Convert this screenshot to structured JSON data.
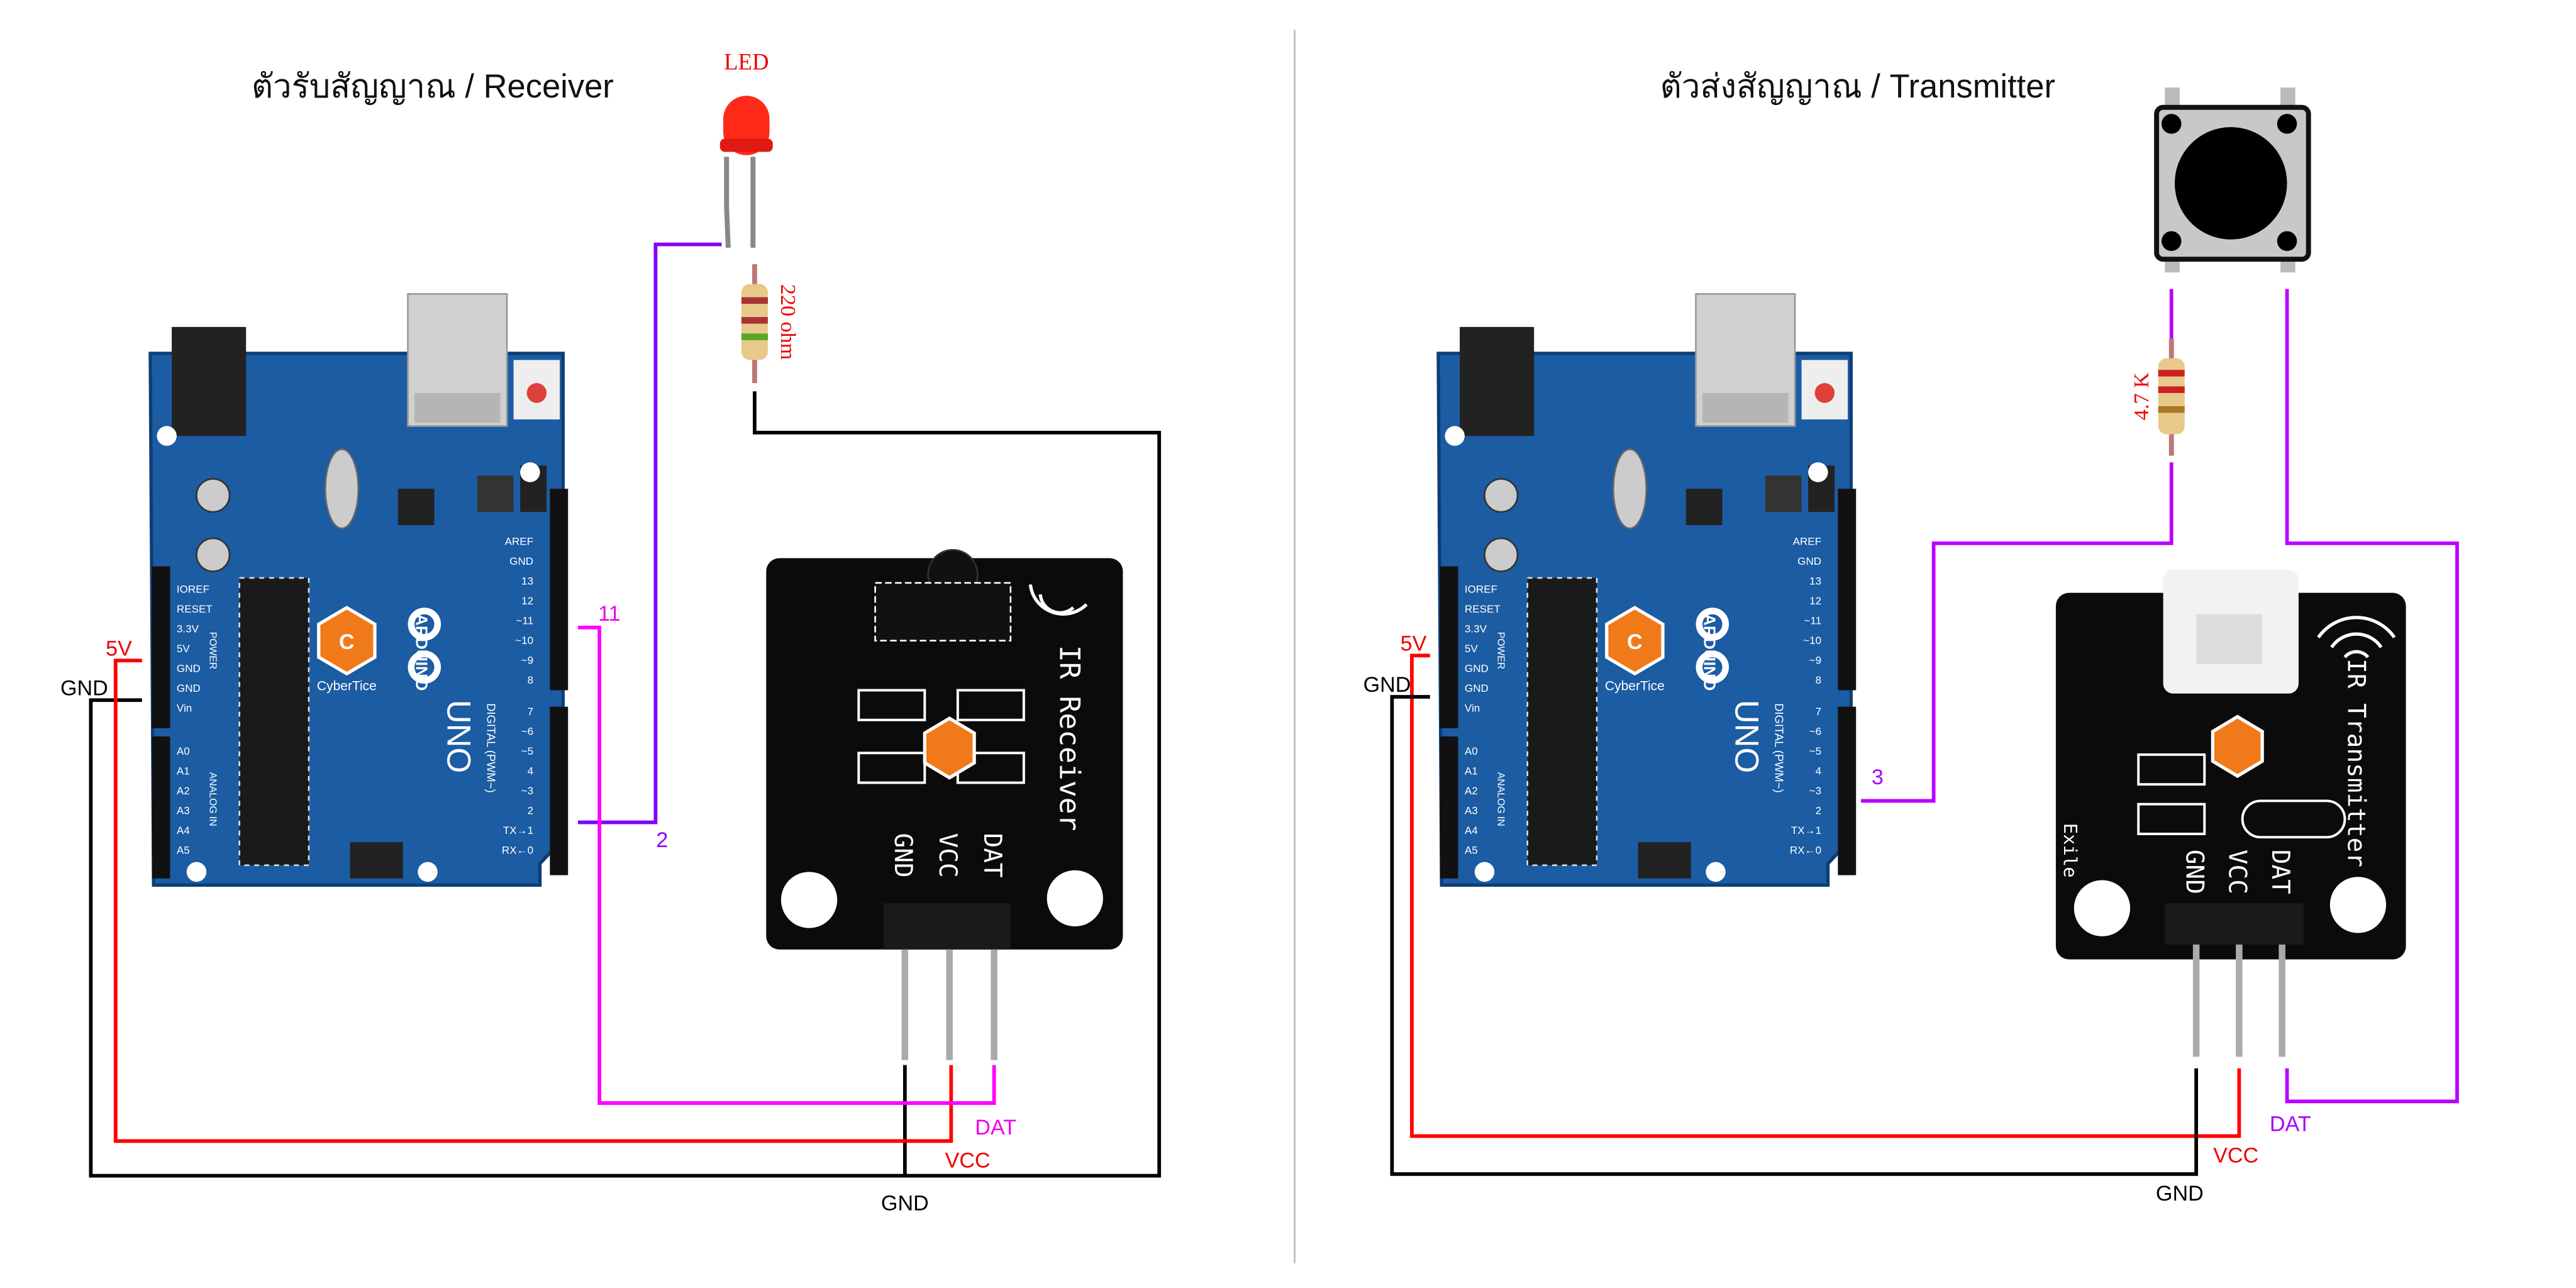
{
  "receiver": {
    "title": "ตัวรับสัญญาณ / Receiver",
    "led_label": "LED",
    "resistor_label": "220 ohm",
    "pin_labels": {
      "p5v": "5V",
      "gnd_left": "GND",
      "pin11": "11",
      "pin2": "2",
      "dat": "DAT",
      "vcc": "VCC",
      "gnd_bottom": "GND"
    },
    "module": {
      "name": "IR Receiver",
      "pins": [
        "GND",
        "VCC",
        "DAT"
      ]
    }
  },
  "transmitter": {
    "title": "ตัวส่งสัญญาณ / Transmitter",
    "resistor_label": "4.7 K",
    "pin_labels": {
      "p5v": "5V",
      "gnd_left": "GND",
      "pin3": "3",
      "dat": "DAT",
      "vcc": "VCC",
      "gnd_bottom": "GND"
    },
    "module": {
      "name": "IR Transmitter",
      "pins": [
        "GND",
        "VCC",
        "DAT"
      ],
      "silk": "Exile"
    }
  },
  "arduino": {
    "brand": "ARDUINO",
    "model": "UNO",
    "power_pins": [
      "IOREF",
      "RESET",
      "3.3V",
      "5V",
      "GND",
      "GND",
      "Vin"
    ],
    "analog_pins": [
      "A0",
      "A1",
      "A2",
      "A3",
      "A4",
      "A5"
    ],
    "digital_pins": [
      "AREF",
      "GND",
      "13",
      "12",
      "~11",
      "~10",
      "~9",
      "8",
      "7",
      "~6",
      "~5",
      "4",
      "~3",
      "2",
      "TX→1",
      "RX←0"
    ],
    "power_label": "POWER",
    "analog_label": "ANALOG IN",
    "digital_label": "DIGITAL (PWM~)",
    "watermark": "CyberTice"
  },
  "colors": {
    "gnd_wire": "#000000",
    "vcc_wire": "#ff0000",
    "signal_wire": "#ff00ff",
    "pin2_wire": "#8000ff",
    "board_blue": "#1b5ca3",
    "led_red": "#ff2a1a"
  }
}
